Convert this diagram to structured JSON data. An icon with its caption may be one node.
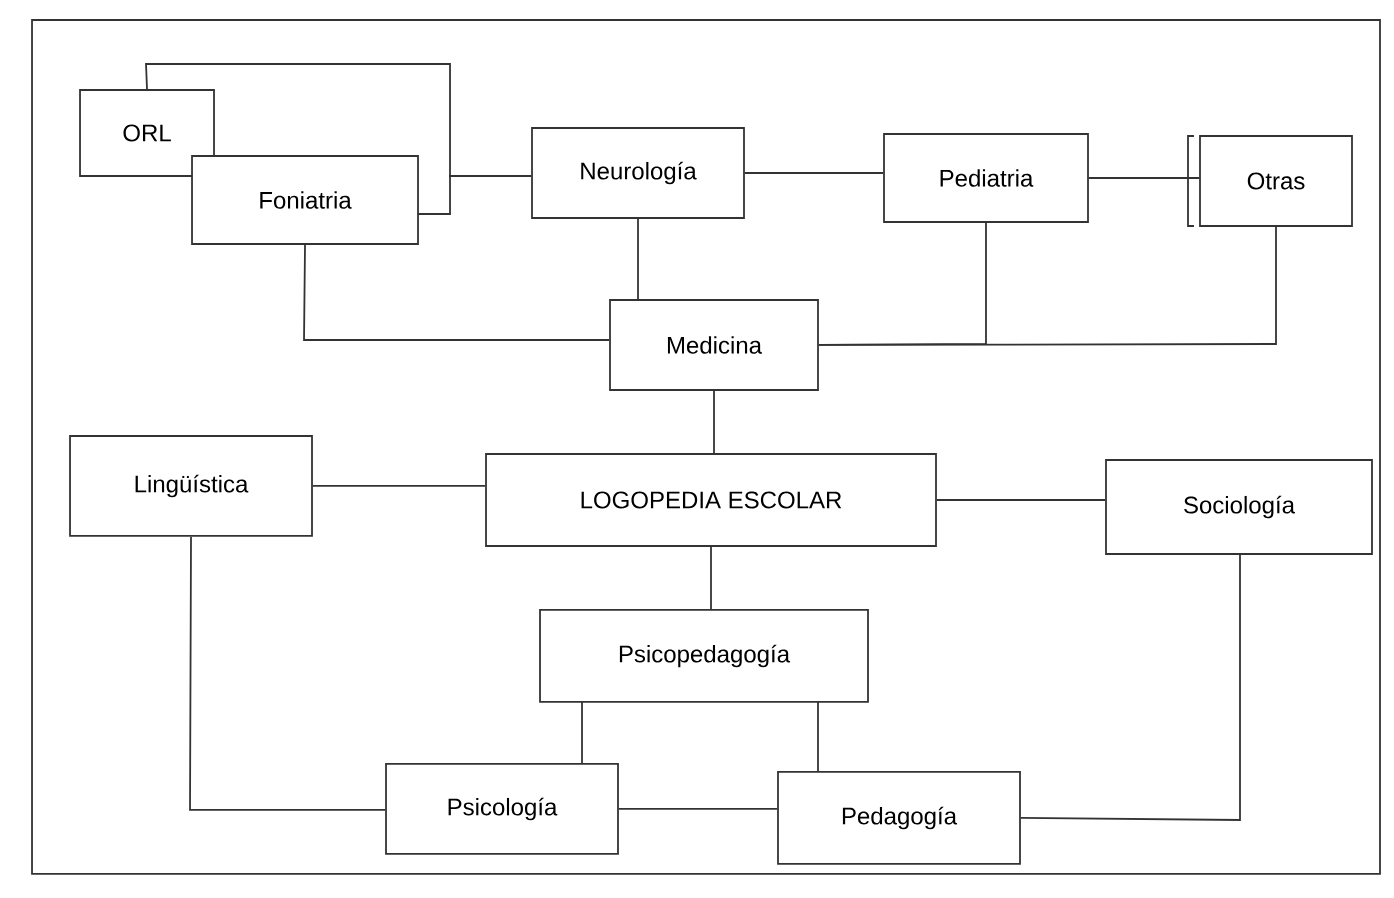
{
  "diagram": {
    "nodes": [
      {
        "text": [
          "ORL"
        ]
      },
      {
        "text": [
          "Foniatria"
        ]
      },
      {
        "text": [
          "Neurología"
        ]
      },
      {
        "text": [
          "Pediatria"
        ]
      },
      {
        "text": [
          "Otras"
        ]
      },
      {
        "text": [
          "Medicina"
        ]
      },
      {
        "text": [
          "Lingüística"
        ]
      },
      {
        "text": [
          "LOGOPEDIA ESCOLAR"
        ]
      },
      {
        "text": [
          "Sociología"
        ]
      },
      {
        "text": [
          "Psicopedagogía"
        ]
      },
      {
        "text": [
          "Psicología"
        ]
      },
      {
        "text": [
          "Pedagogía"
        ]
      }
    ],
    "edges": [
      {
        "from": 0,
        "to": 2,
        "arrow": "none"
      },
      {
        "from": 1,
        "to": 2,
        "arrow": "none"
      },
      {
        "from": 2,
        "to": 3,
        "arrow": "none"
      },
      {
        "from": 3,
        "to": 4,
        "arrow": "none"
      },
      {
        "from": 1,
        "to": 5,
        "arrow": "none"
      },
      {
        "from": 2,
        "to": 5,
        "arrow": "none"
      },
      {
        "from": 5,
        "to": 3,
        "arrow": "none"
      },
      {
        "from": 5,
        "to": 4,
        "arrow": "none"
      },
      {
        "from": 5,
        "to": 7,
        "arrow": "none"
      },
      {
        "from": 6,
        "to": 7,
        "arrow": "none"
      },
      {
        "from": 7,
        "to": 8,
        "arrow": "none"
      },
      {
        "from": 7,
        "to": 9,
        "arrow": "none"
      },
      {
        "from": 9,
        "to": 10,
        "arrow": "none"
      },
      {
        "from": 9,
        "to": 11,
        "arrow": "none"
      },
      {
        "from": 6,
        "to": 10,
        "arrow": "none"
      },
      {
        "from": 10,
        "to": 11,
        "arrow": "none"
      },
      {
        "from": 11,
        "to": 8,
        "arrow": "none"
      }
    ]
  }
}
